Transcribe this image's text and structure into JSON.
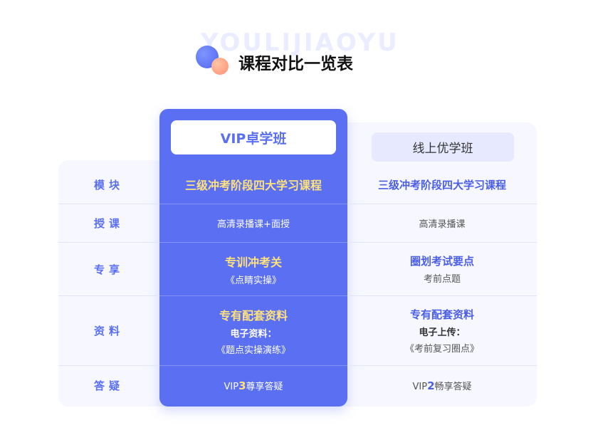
{
  "header": {
    "watermark": "YOULIJIAOYU",
    "title": "课程对比一览表"
  },
  "columns": {
    "vip": "VIP卓学班",
    "online": "线上优学班"
  },
  "rows": {
    "module": {
      "label": "模块",
      "vip": "三级冲考阶段四大学习课程",
      "online": "三级冲考阶段四大学习课程"
    },
    "lecture": {
      "label": "授课",
      "vip": "高清录播课+面授",
      "online": "高清录播课"
    },
    "exclusive": {
      "label": "专享",
      "vip_main": "专训冲考关",
      "vip_sub": "《点睛实操》",
      "online_main": "圈划考试要点",
      "online_sub": "考前点题"
    },
    "materials": {
      "label": "资料",
      "vip_main": "专有配套资料",
      "vip_sub1": "电子资料：",
      "vip_sub2": "《题点实操演练》",
      "online_main": "专有配套资料",
      "online_sub1": "电子上传：",
      "online_sub2": "《考前复习圈点》"
    },
    "qa": {
      "label": "答疑",
      "vip_prefix": "VIP",
      "vip_num": "3",
      "vip_suffix": "尊享答疑",
      "online_prefix": "VIP",
      "online_num": "2",
      "online_suffix": "畅享答疑"
    }
  },
  "colors": {
    "accent": "#5a6ff2",
    "highlight": "#ffe27a",
    "panel_bg": "#f6f7ff"
  }
}
